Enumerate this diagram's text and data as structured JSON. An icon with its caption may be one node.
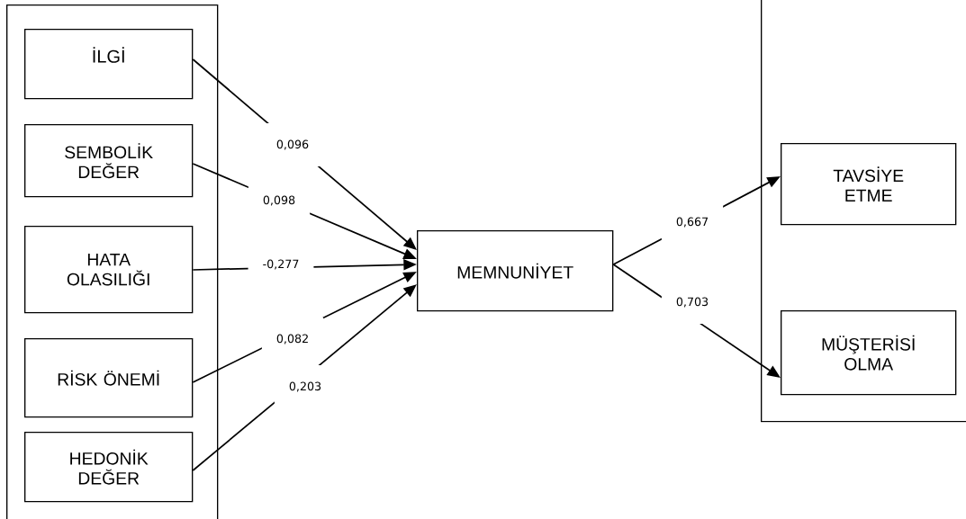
{
  "diagram": {
    "nodes": [
      {
        "text": [],
        "shape": "box"
      },
      {
        "text": [
          "İLGİ"
        ],
        "in": 0
      },
      {
        "text": [
          "SEMBOLİK DEĞER"
        ],
        "in": 0
      },
      {
        "text": [
          "HATA OLASILIĞI"
        ],
        "in": 0
      },
      {
        "text": [
          "RİSK ÖNEMİ"
        ],
        "in": 0
      },
      {
        "text": [
          "HEDONİK DEĞER"
        ],
        "in": 0
      },
      {
        "text": [
          "MEMNUNİYET"
        ]
      },
      {
        "text": [],
        "shape": "box"
      },
      {
        "text": [
          "TAVSİYE ETME"
        ],
        "in": 7
      },
      {
        "text": [
          "MÜŞTERİSİ OLMA"
        ],
        "in": 7
      }
    ],
    "edges": [
      {
        "from": 1,
        "to": 6,
        "arrow": "to",
        "label": "0,096"
      },
      {
        "from": 2,
        "to": 6,
        "arrow": "to",
        "label": "0,098"
      },
      {
        "from": 3,
        "to": 6,
        "arrow": "to",
        "label": "-0,277"
      },
      {
        "from": 4,
        "to": 6,
        "arrow": "to",
        "label": "0,082"
      },
      {
        "from": 5,
        "to": 6,
        "arrow": "to",
        "label": "0,203"
      },
      {
        "from": 6,
        "to": 8,
        "arrow": "to",
        "label": "0,667"
      },
      {
        "from": 6,
        "to": 9,
        "arrow": "to",
        "label": "0,703"
      }
    ]
  }
}
